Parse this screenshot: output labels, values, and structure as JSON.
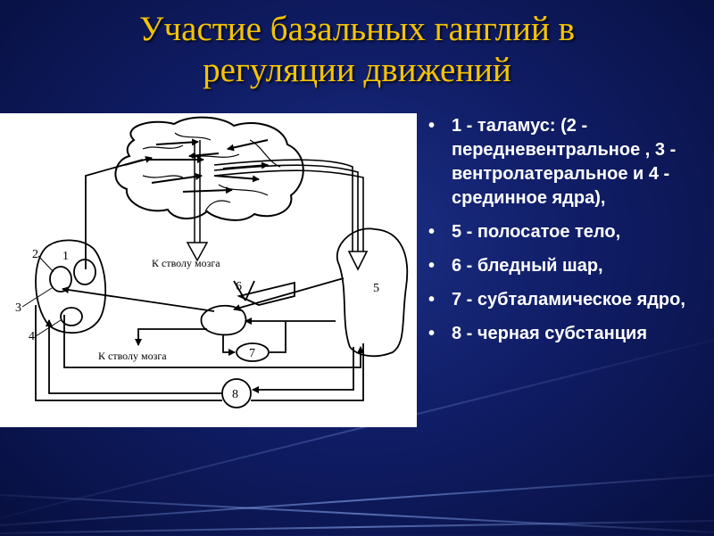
{
  "slide": {
    "title_line1": "Участие базальных ганглий в",
    "title_line2": "регуляции движений",
    "colors": {
      "title": "#f5c400",
      "background": "#101d66",
      "text": "#ffffff"
    }
  },
  "diagram": {
    "label_brainstem_top": "К стволу  мозга",
    "label_brainstem_bottom": "К стволу мозга",
    "numbers": {
      "n1": "1",
      "n2": "2",
      "n3": "3",
      "n4": "4",
      "n5": "5",
      "n6": "6",
      "n7": "7",
      "n8": "8"
    }
  },
  "legend": {
    "bullet": "•",
    "items": [
      "1 - таламус: (2 - передневентральное , 3 - вентролатеральное и 4 - срединное ядра),",
      "5 - полосатое тело,",
      "6 - бледный шар,",
      "7 - субталамическое ядро,",
      "8 - черная субстанция"
    ]
  }
}
